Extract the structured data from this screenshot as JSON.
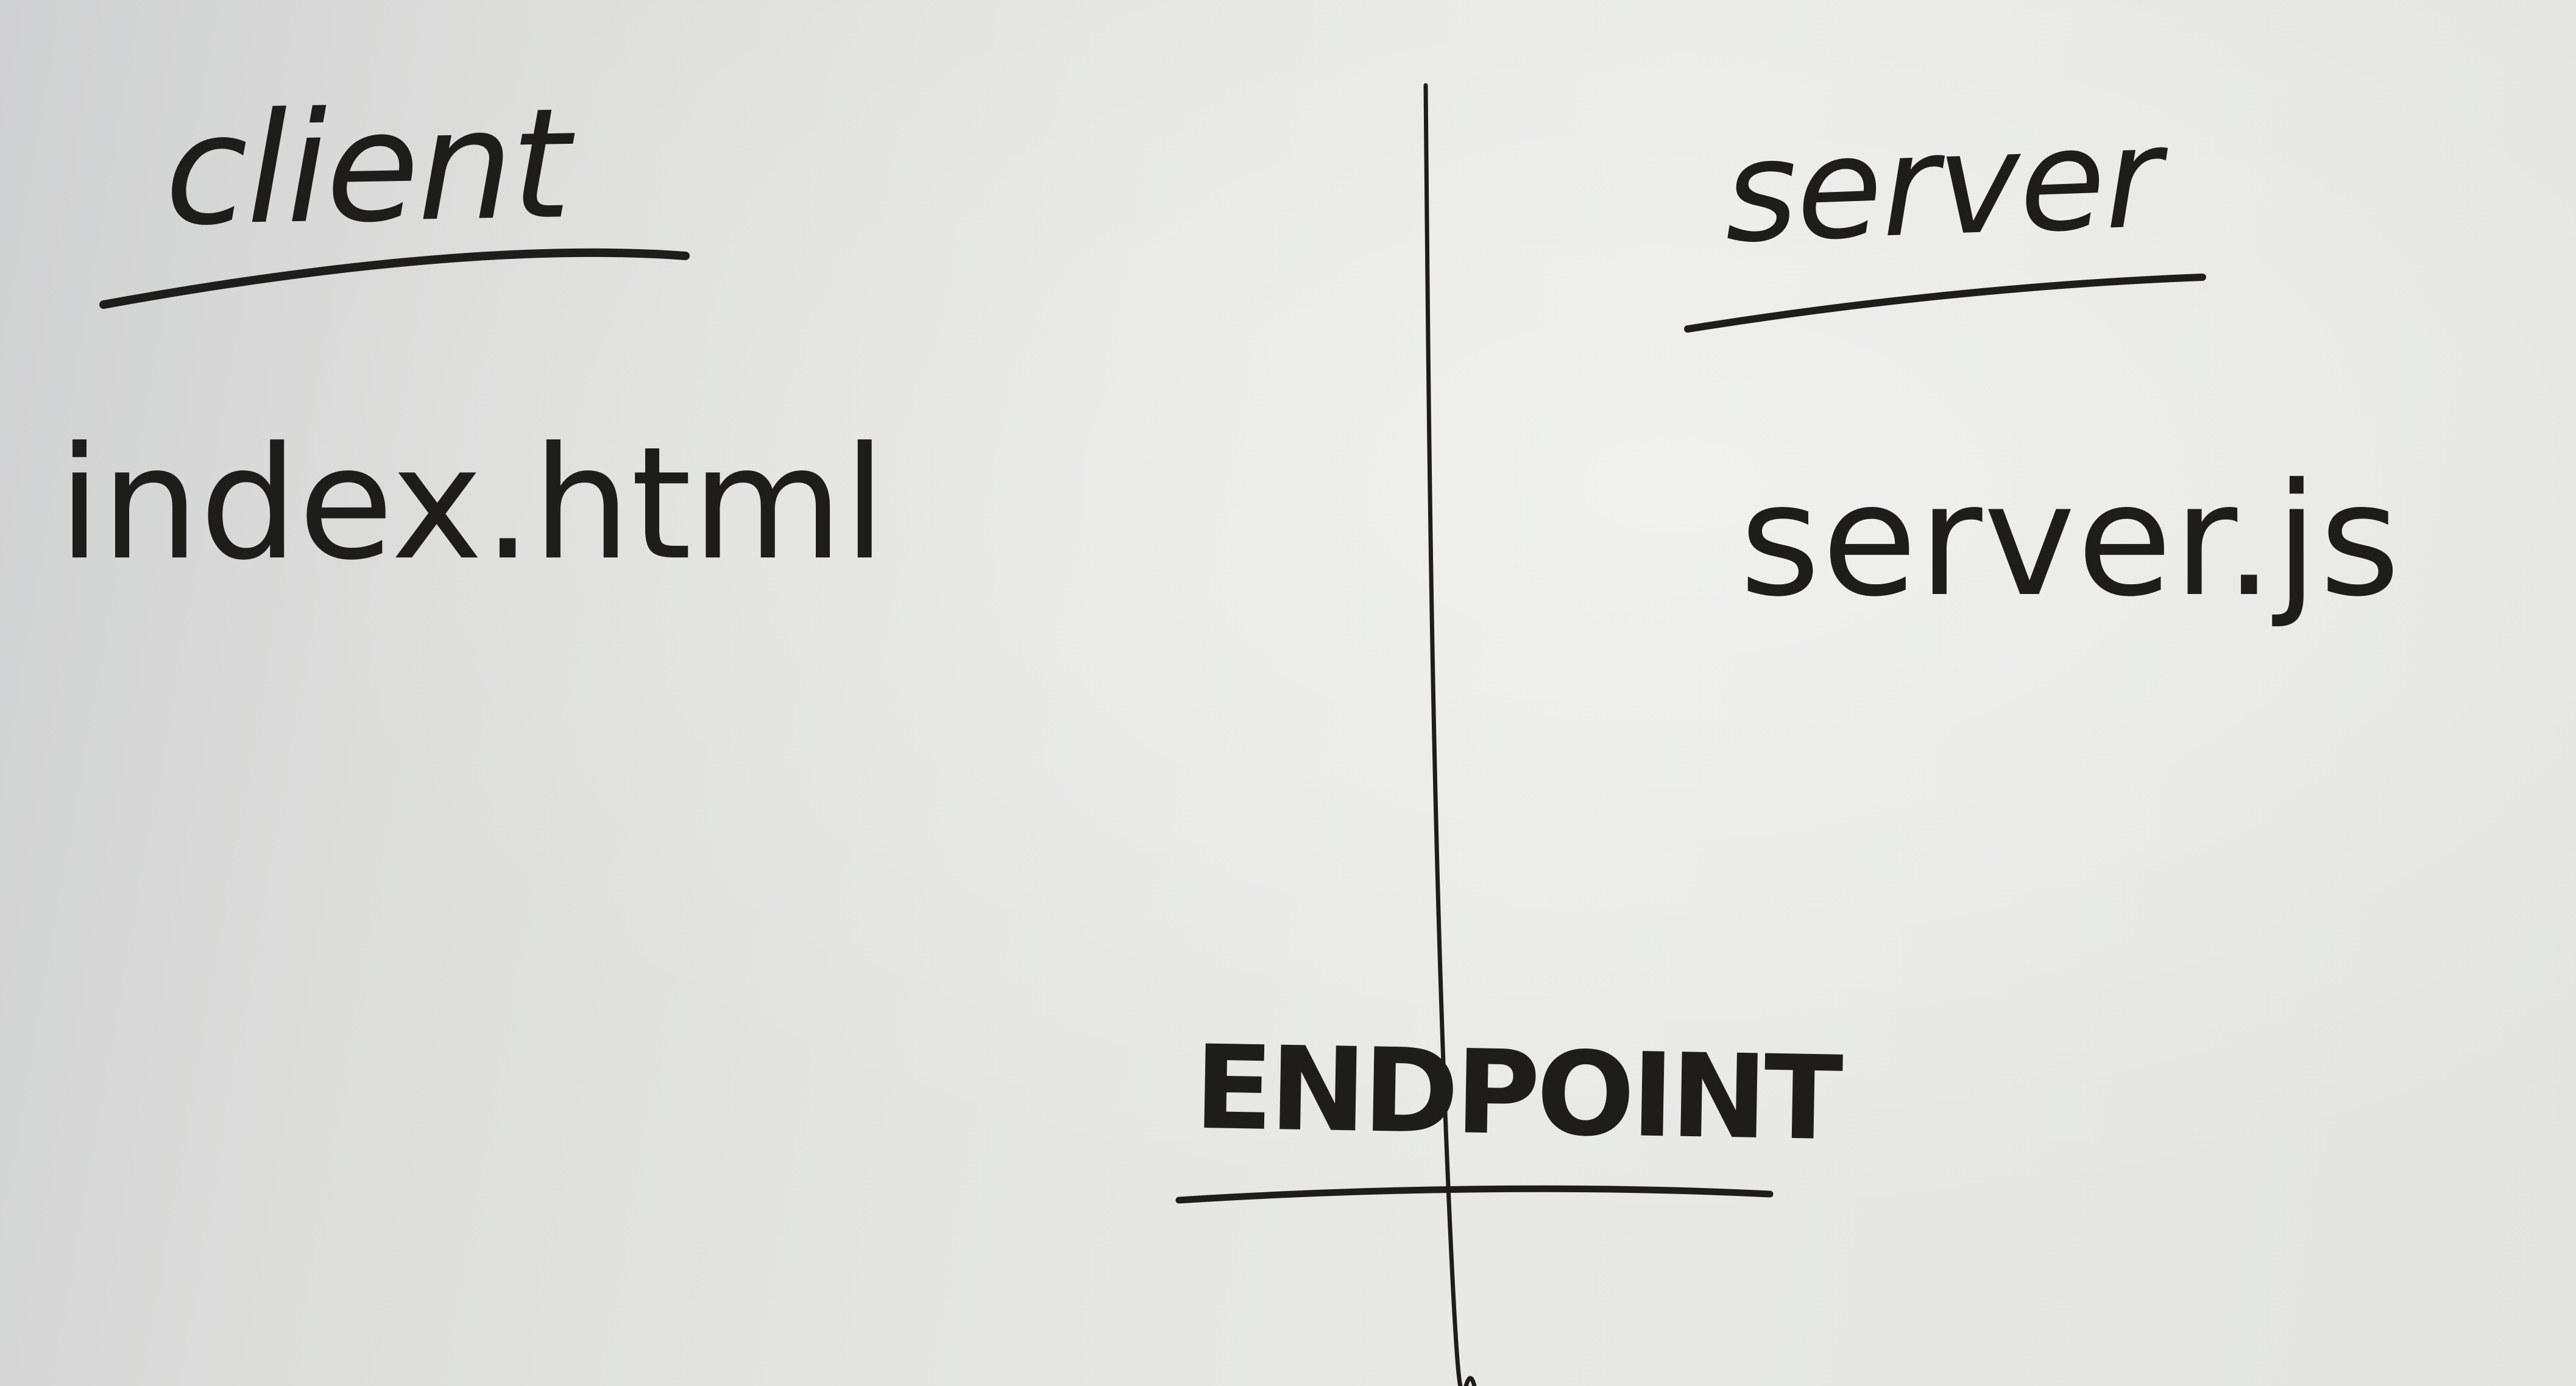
{
  "diagram": {
    "client_column": {
      "heading": "client",
      "file": "index.html"
    },
    "server_column": {
      "heading": "server",
      "file": "server.js"
    },
    "divider_label": "ENDPOINT",
    "ink_color": "#1e1d1a",
    "paper_color": "#e4e5e1"
  }
}
